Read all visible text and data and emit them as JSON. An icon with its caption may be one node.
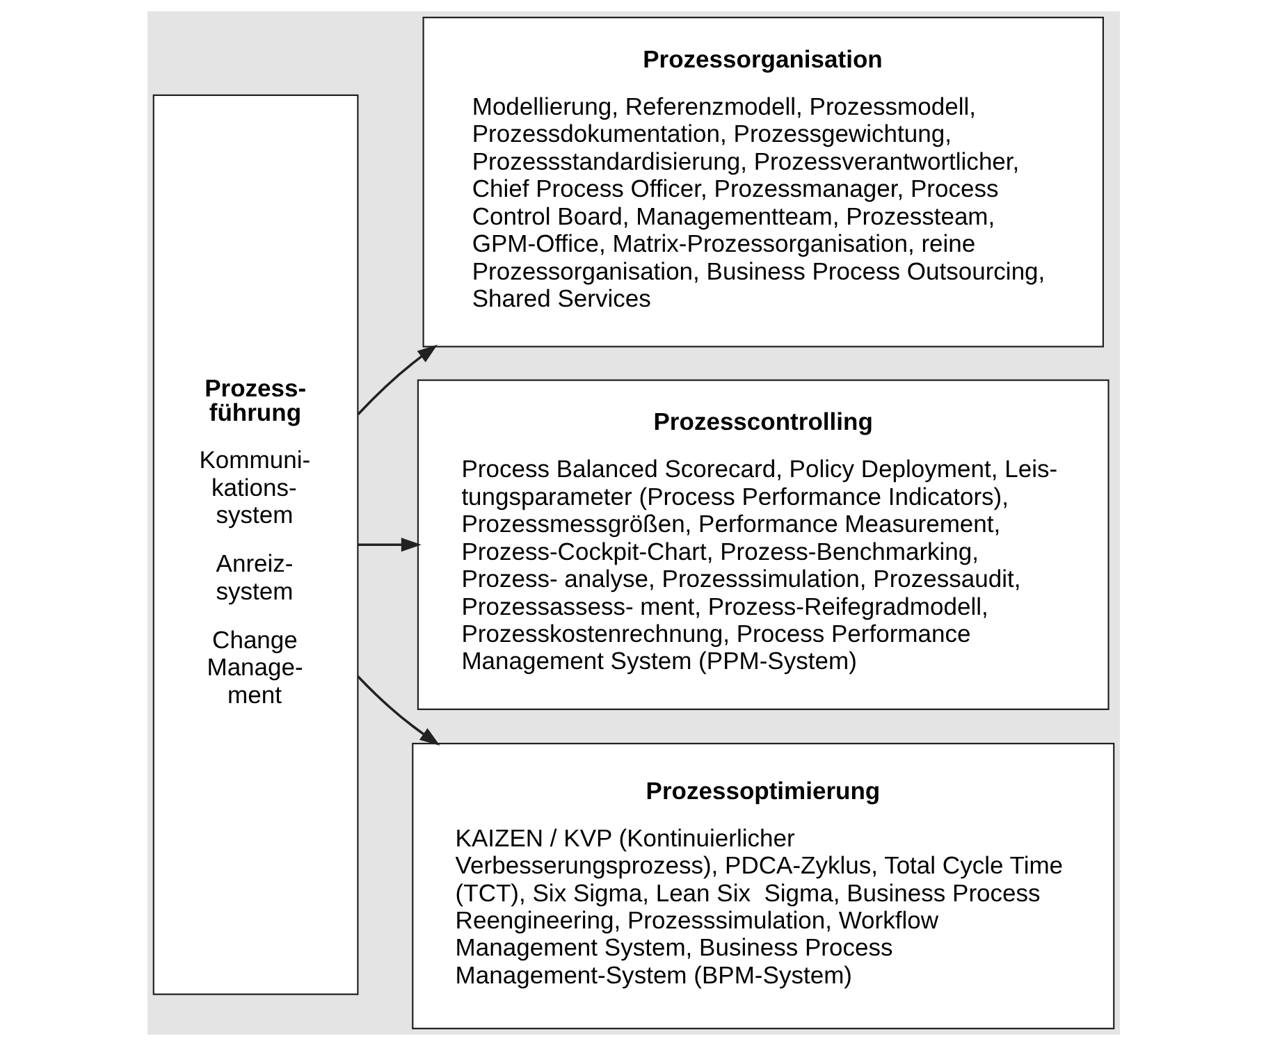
{
  "diagram": {
    "nodes": [
      {
        "text": [
          "Prozess- führung",
          "Kommuni- kations- system",
          "Anreiz- system",
          "Change Manage- ment"
        ]
      },
      {
        "text": [
          "Prozessorganisation",
          "Modellierung, Referenzmodell, Prozessmodell, Prozessdokumentation, Prozessgewichtung, Prozessstandardisierung, Prozessverantwortlicher, Chief Process Officer, Prozessmanager, Process Control Board, Managementteam, Prozessteam, GPM-Office, Matrix-Prozessorganisation, reine Prozessorganisation, Business Process Outsourcing, Shared Services"
        ]
      },
      {
        "text": [
          "Prozesscontrolling",
          "Process Balanced Scorecard, Policy Deployment, Leis- tungsparameter (Process Performance Indicators), Prozessmessgrößen, Performance Measurement, Prozess-Cockpit-Chart, Prozess-Benchmarking, Prozess- analyse, Prozesssimulation, Prozessaudit, Prozessassess- ment, Prozess-Reifegradmodell, Prozesskostenrechnung, Process Performance Management System (PPM-System)"
        ]
      },
      {
        "text": [
          "Prozessoptimierung",
          "KAIZEN / KVP (Kontinuierlicher Verbesserungsprozess), PDCA-Zyklus, Total Cycle Time (TCT), Six Sigma, Lean Six  Sigma, Business Process Reengineering, Prozesssimulation, Workflow Management System, Business Process Management-System (BPM-System)"
        ]
      }
    ],
    "edges": [
      {
        "from": 0,
        "to": 1,
        "arrow": "to"
      },
      {
        "from": 0,
        "to": 2,
        "arrow": "to"
      },
      {
        "from": 0,
        "to": 3,
        "arrow": "to"
      }
    ]
  }
}
